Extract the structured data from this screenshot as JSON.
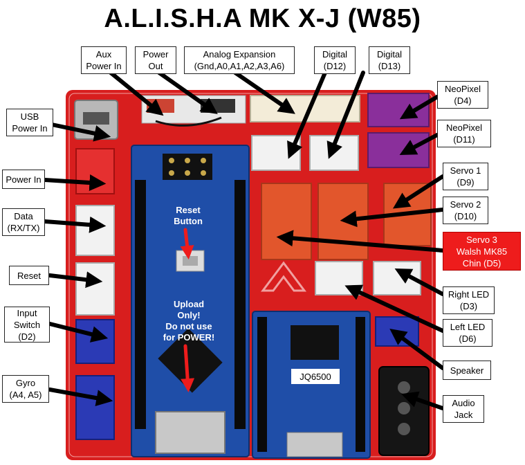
{
  "title": "A.L.I.S.H.A MK X-J (W85)",
  "colors": {
    "board": "#d81e1e",
    "arduino": "#1f4ea8",
    "highlight": "#ee1c1c",
    "onboard_text": "#ffffff"
  },
  "labels": {
    "aux_power_in": "Aux\nPower In",
    "power_out": "Power\nOut",
    "analog_expansion": "Analog Expansion\n(Gnd,A0,A1,A2,A3,A6)",
    "digital_d12": "Digital\n(D12)",
    "digital_d13": "Digital\n(D13)",
    "neopixel_d4": "NeoPixel\n(D4)",
    "neopixel_d11": "NeoPixel\n(D11)",
    "usb_power_in": "USB\nPower In",
    "power_in": "Power In",
    "data": "Data\n(RX/TX)",
    "reset": "Reset",
    "input_switch": "Input\nSwitch\n(D2)",
    "gyro": "Gyro\n(A4, A5)",
    "servo1": "Servo 1\n(D9)",
    "servo2": "Servo 2\n(D10)",
    "servo3": "Servo 3\nWalsh MK85\nChin (D5)",
    "right_led": "Right LED\n(D3)",
    "left_led": "Left LED\n(D6)",
    "speaker": "Speaker",
    "audio_jack": "Audio\nJack"
  },
  "onboard": {
    "reset_button": "Reset\nButton",
    "upload_only": "Upload\nOnly!\nDo not use\nfor POWER!",
    "jq6500": "JQ6500"
  }
}
